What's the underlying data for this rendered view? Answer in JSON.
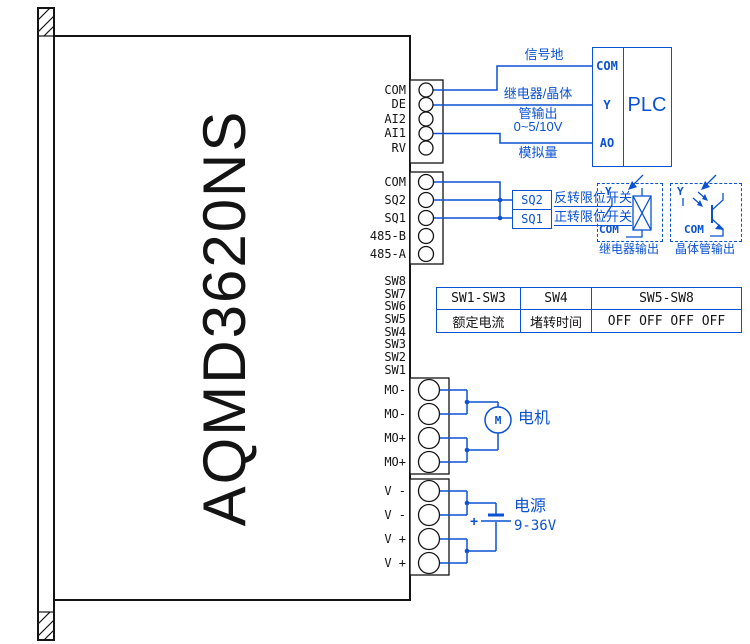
{
  "colors": {
    "wire_blue": "#0B52D2",
    "ink_black": "#141414"
  },
  "device": {
    "model": "AQMD3620NS",
    "groups": {
      "io": [
        "COM",
        "DE",
        "AI2",
        "AI1",
        "RV"
      ],
      "comm": [
        "COM",
        "SQ2",
        "SQ1",
        "485-B",
        "485-A"
      ],
      "dip": [
        "SW8",
        "SW7",
        "SW6",
        "SW5",
        "SW4",
        "SW3",
        "SW2",
        "SW1"
      ],
      "motor": [
        "MO-",
        "MO-",
        "MO+",
        "MO+"
      ],
      "power": [
        "V -",
        "V -",
        "V +",
        "V +"
      ]
    }
  },
  "plc": {
    "title": "PLC",
    "com": "COM",
    "y": "Y",
    "ao": "AO"
  },
  "wires": {
    "signal_ground": "信号地",
    "relay_out_1": "继电器/晶体",
    "relay_out_2": "管输出",
    "analog_1": "0~5/10V",
    "analog_2": "模拟量"
  },
  "limits": {
    "sq2_tag": "SQ2",
    "sq2_name": "反转限位开关",
    "sq1_tag": "SQ1",
    "sq1_name": "正转限位开关"
  },
  "legend": {
    "relay": {
      "y": "Y",
      "com": "COM",
      "caption": "继电器输出"
    },
    "transistor": {
      "y": "Y",
      "com": "COM",
      "caption": "晶体管输出"
    }
  },
  "sw_table": {
    "h1": "SW1-SW3",
    "h2": "SW4",
    "h3": "SW5-SW8",
    "v1": "额定电流",
    "v2": "堵转时间",
    "v3": "OFF OFF OFF OFF"
  },
  "motor": {
    "symbol": "M",
    "label": "电机"
  },
  "supply": {
    "plus": "+",
    "label": "电源",
    "voltage": "9-36V"
  }
}
